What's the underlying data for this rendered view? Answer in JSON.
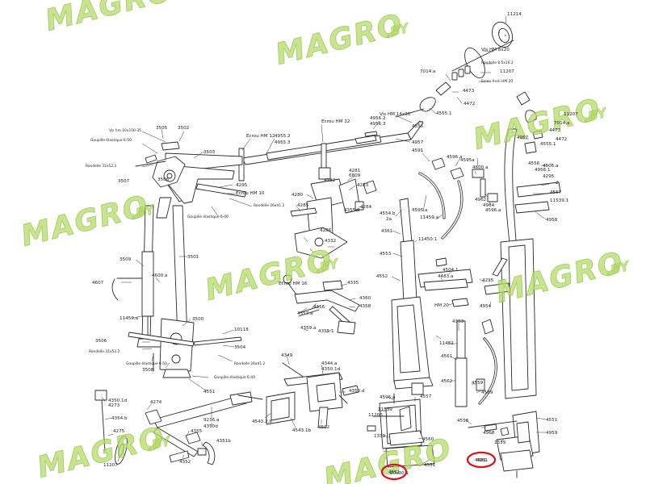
{
  "watermark": {
    "brand": "MAGRO",
    "suffix": ".BY"
  },
  "labels": [
    "11214",
    "Vis HM 8x20",
    "Rondelle 8.5x16.2",
    "11207",
    "Ecrou frein HM 20",
    "7014.a",
    "4473",
    "4472",
    "4555.1",
    "4556",
    "Vis HM 14x30",
    "4956.2",
    "4956.3",
    "4957",
    "4955.2",
    "4955.3",
    "Ecrou HM 12",
    "Ecrou HM 12",
    "Vis hm 10x150-35",
    "3505",
    "3502",
    "Goupille élastique 6-50",
    "3503",
    "Rondelle 31x52.2",
    "3507",
    "4295",
    "Ecrou HM 10",
    "Rondelle 26x41.2",
    "Goupille élastique 6-40",
    "4281",
    "6809",
    "4282",
    "4280",
    "4283",
    "4285",
    "4284",
    "4286",
    "4332",
    "4355.0",
    "4591",
    "4596.a",
    "4595a",
    "4600.a",
    "4962",
    "4964",
    "4595.a",
    "4596.a",
    "11459.a",
    "4554.b",
    "2a",
    "4361",
    "11450.1",
    "4553",
    "4552",
    "4504.1",
    "4483.a",
    "4295",
    "HM 20",
    "4954",
    "4957",
    "4506.a",
    "4473",
    "7014.a",
    "4472",
    "4556",
    "4956.1",
    "4295",
    "4555.1",
    "11207",
    "4958",
    "11539.1",
    "4557",
    "2",
    "3506",
    "3501",
    "3509",
    "4600.a",
    "4607",
    "11459.a",
    "3500",
    "10118",
    "3506",
    "Rondelle 31x52.2",
    "Goupille élastique 6-50",
    "3508",
    "3504",
    "Rondelle 26x41.2",
    "Goupille élastique 6-40",
    "4551",
    "Ecrou HM 16",
    "4335",
    "4360",
    "4358",
    "4356",
    "4357.a",
    "4355.1",
    "4359.a",
    "4349",
    "4344.a",
    "4350.1d",
    "4350.d",
    "4543.2.b",
    "4543.1b",
    "4502",
    "9236.a",
    "4350d",
    "4350.1d",
    "4273",
    "4274",
    "4354.b",
    "4275",
    "11207",
    "4355",
    "4351b",
    "4352",
    "4353",
    "11482",
    "4561",
    "4562",
    "4559",
    "4589",
    "4596.a",
    "11539",
    "11206",
    "1339",
    "4550",
    "4560",
    "4557",
    "20x30.1",
    "4551",
    "4558",
    "11539",
    "4960",
    "1339",
    "4961",
    "4551",
    "4959",
    "4557.1"
  ],
  "highlighted": [
    "4551",
    "4551"
  ]
}
